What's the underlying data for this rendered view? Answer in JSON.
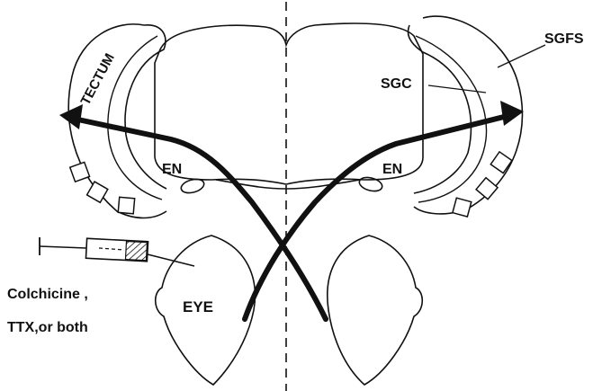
{
  "labels": {
    "tectum": "TECTUM",
    "sgc": "SGC",
    "sgfs": "SGFS",
    "en_left": "EN",
    "en_right": "EN",
    "eye": "EYE",
    "syringe_line1": "Colchicine ,",
    "syringe_line2": "TTX,or both"
  },
  "colors": {
    "ink": "#111111",
    "background": "#ffffff"
  }
}
